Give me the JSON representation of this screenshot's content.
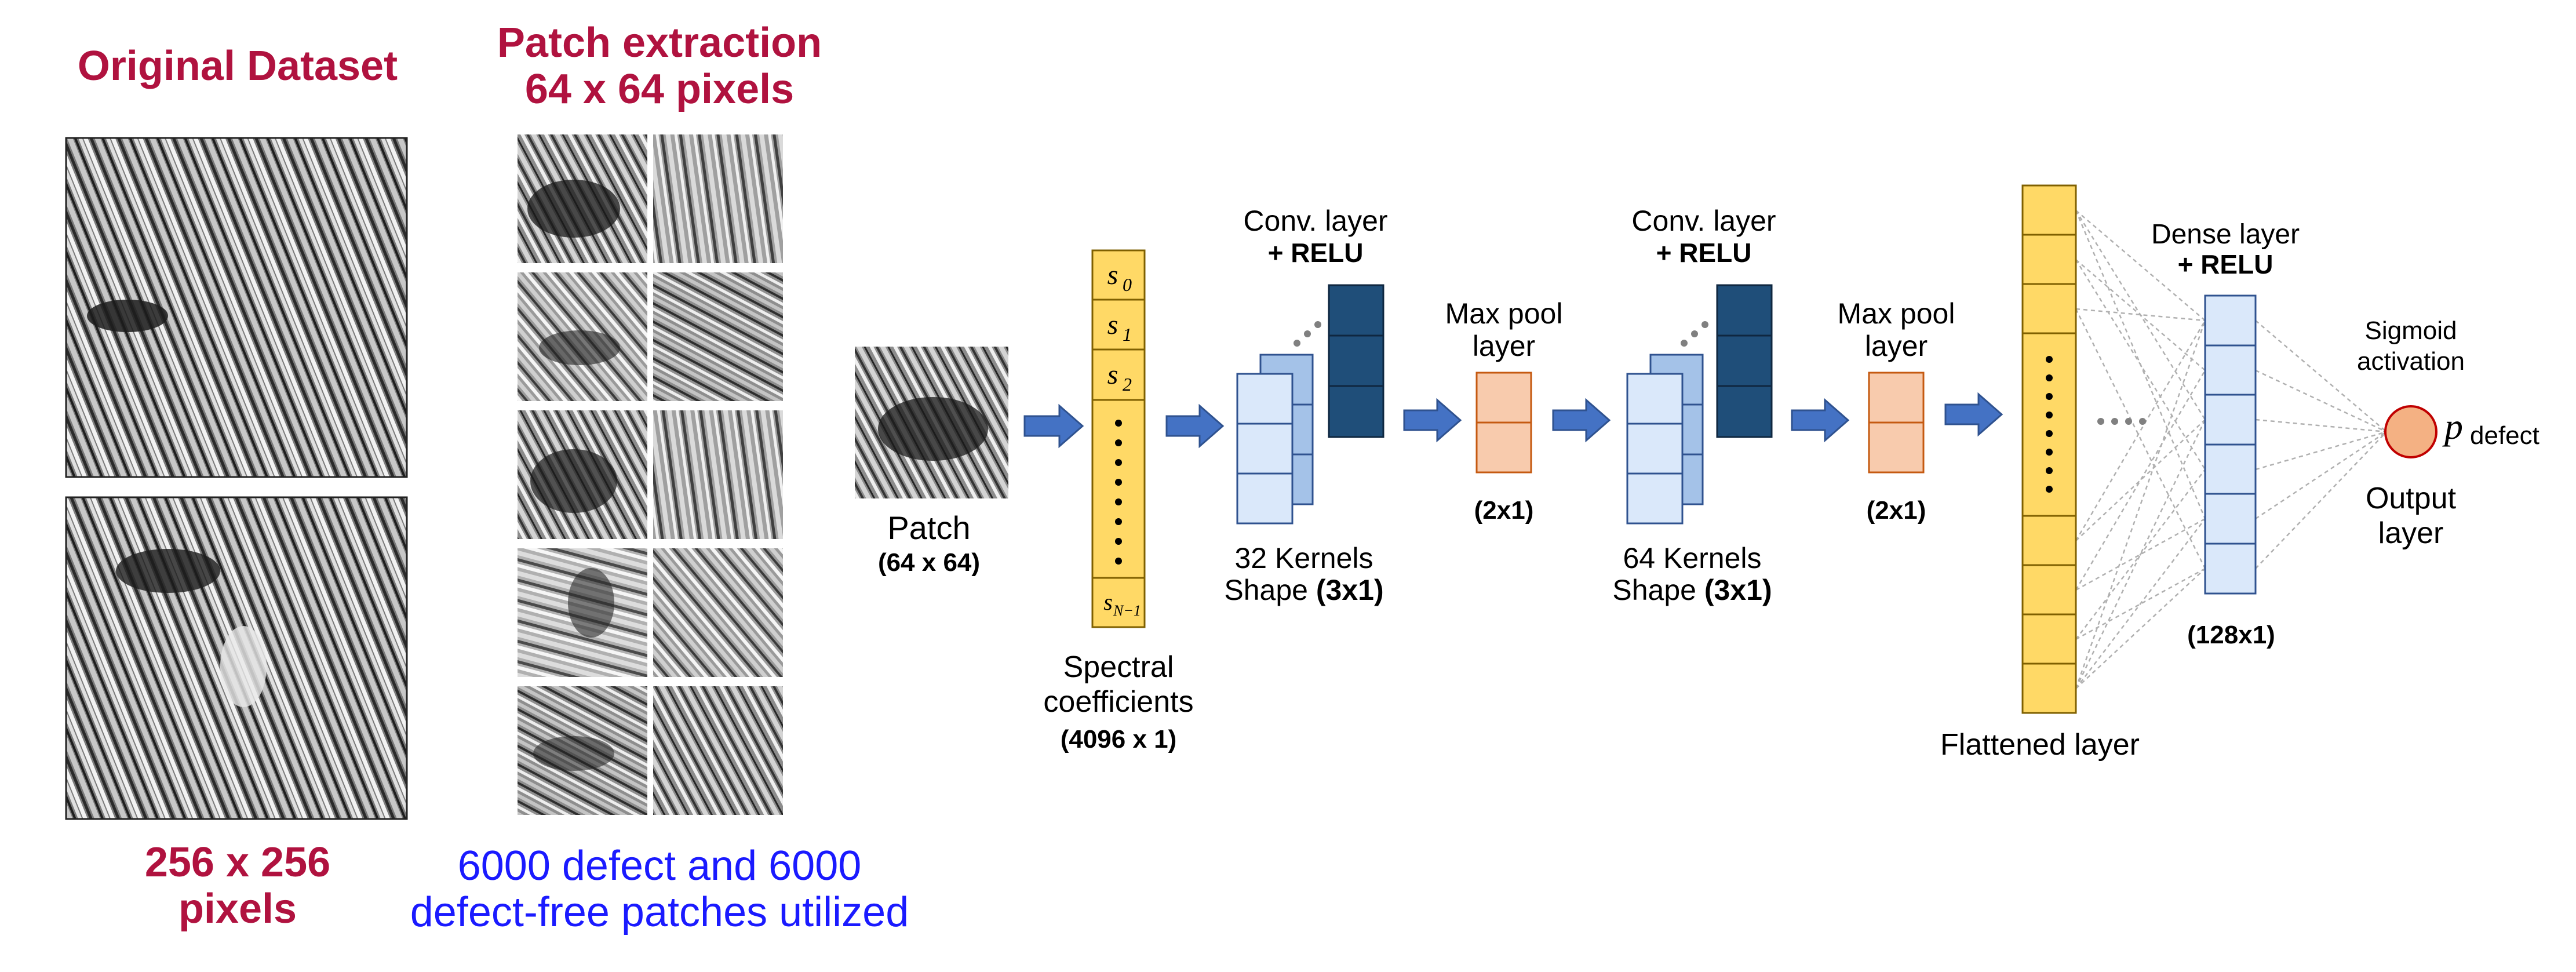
{
  "left": {
    "original_title": "Original Dataset",
    "original_size_line1": "256 x 256",
    "original_size_line2": "pixels",
    "patch_title_line1": "Patch extraction",
    "patch_title_line2": "64 x 64 pixels",
    "patches_note_line1": "6000 defect and 6000",
    "patches_note_line2": "defect-free patches utilized"
  },
  "input": {
    "label": "Patch",
    "size": "(64 x 64)"
  },
  "spectral": {
    "coeffs": [
      "s",
      "s",
      "s"
    ],
    "subs": [
      "0",
      "1",
      "2"
    ],
    "last_sym": "s",
    "last_sub": "N−1",
    "label_line1": "Spectral",
    "label_line2": "coefficients",
    "size": "(4096 x 1)"
  },
  "conv1": {
    "title_line1": "Conv. layer",
    "title_line2": "+ RELU",
    "kernels": "32 Kernels",
    "shape_prefix": "Shape ",
    "shape_value": "(3x1)"
  },
  "pool1": {
    "title_line1": "Max pool",
    "title_line2": "layer",
    "size": "(2x1)"
  },
  "conv2": {
    "title_line1": "Conv. layer",
    "title_line2": "+ RELU",
    "kernels": "64 Kernels",
    "shape_prefix": "Shape ",
    "shape_value": "(3x1)"
  },
  "pool2": {
    "title_line1": "Max pool",
    "title_line2": "layer",
    "size": "(2x1)"
  },
  "flatten": {
    "label": "Flattened layer"
  },
  "dense": {
    "title_line1": "Dense layer",
    "title_line2": "+ RELU",
    "size": "(128x1)"
  },
  "output": {
    "sigmoid_line1": "Sigmoid",
    "sigmoid_line2": "activation",
    "label_line1": "Output",
    "label_line2": "layer",
    "p_symbol": "p",
    "p_subscript": "defect"
  },
  "colors": {
    "title_red": "#b0123f",
    "note_blue": "#1a1aff",
    "arrow_blue": "#4472c4",
    "arrow_dark": "#2f528f",
    "yellow_fill": "#ffd966",
    "yellow_stroke": "#7f6000",
    "light_blue_fill": "#dae8fa",
    "mid_blue_fill": "#a4c2e8",
    "dark_blue_fill": "#1f4e79",
    "peach_fill": "#f8cbad",
    "peach_stroke": "#c55a11",
    "output_fill": "#f4b183",
    "output_stroke": "#c00000"
  }
}
